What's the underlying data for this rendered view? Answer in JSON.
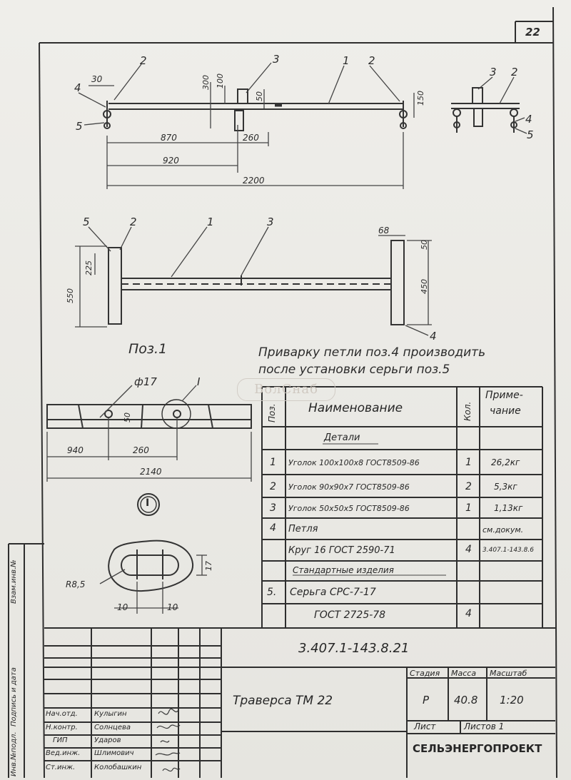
{
  "sheet_number": "22",
  "top_view": {
    "callouts": [
      "4",
      "5",
      "2",
      "3",
      "1",
      "2"
    ],
    "dims": [
      "30",
      "300",
      "100",
      "50",
      "150",
      "870",
      "260",
      "920",
      "2200"
    ]
  },
  "side_view": {
    "callouts": [
      "3",
      "2",
      "4",
      "5"
    ]
  },
  "plan_view": {
    "callouts": [
      "5",
      "2",
      "1",
      "3",
      "4"
    ],
    "dims": [
      "225",
      "550",
      "68",
      "50",
      "450"
    ]
  },
  "position_label": "Поз.1",
  "note_line1": "Приварку петли поз.4 производить",
  "note_line2": "после установки серьги поз.5",
  "detail_part": {
    "dims": [
      "ф17",
      "50",
      "I",
      "940",
      "260",
      "2140"
    ]
  },
  "detail_callout": "I",
  "loop_detail": {
    "dims": [
      "R8,5",
      "17",
      "10",
      "10"
    ]
  },
  "watermark": "ВолСнаб",
  "spec": {
    "header_pos": "Поз.",
    "header_name": "Наименование",
    "header_qty": "Кол.",
    "header_note1": "Приме-",
    "header_note2": "чание",
    "section_details": "Детали",
    "rows": [
      {
        "pos": "1",
        "name": "Уголок 100x100x8 ГОСТ8509-86",
        "qty": "1",
        "note": "26,2кг"
      },
      {
        "pos": "2",
        "name": "Уголок 90x90x7 ГОСТ8509-86",
        "qty": "2",
        "note": "5,3кг"
      },
      {
        "pos": "3",
        "name": "Уголок 50x50x5 ГОСТ8509-86",
        "qty": "1",
        "note": "1,13кг"
      },
      {
        "pos": "4",
        "name": "Петля",
        "qty": "",
        "note": "см.докум."
      },
      {
        "pos": "",
        "name": "Круг 16 ГОСТ 2590-71",
        "qty": "4",
        "note": "3.407.1-143.8.6"
      }
    ],
    "section_standard": "Стандартные изделия",
    "rows2": [
      {
        "pos": "5.",
        "name": "Серьга   СРС-7-17",
        "qty": "",
        "note": ""
      },
      {
        "pos": "",
        "name": "ГОСТ 2725-78",
        "qty": "4",
        "note": ""
      }
    ]
  },
  "title_block": {
    "doc_code": "3.407.1-143.8.21",
    "title": "Траверса   ТМ 22",
    "stage_label": "Стадия",
    "mass_label": "Масса",
    "scale_label": "Масштаб",
    "stage": "Р",
    "mass": "40.8",
    "scale": "1:20",
    "sheet_label": "Лист",
    "sheets_label": "Листов 1",
    "org": "СЕЛЬЭНЕРГОПРОЕКТ",
    "signatures": [
      {
        "role": "Нач.отд.",
        "name": "Кулыгин"
      },
      {
        "role": "Н.контр.",
        "name": "Солнцева"
      },
      {
        "role": "ГИП",
        "name": "Ударов"
      },
      {
        "role": "Вед.инж.",
        "name": "Шлимович"
      },
      {
        "role": "Ст.инж.",
        "name": "Колобашкин"
      }
    ],
    "side_labels": [
      "Инв.№подл.",
      "Подпись и дата",
      "Взам.инв.№"
    ]
  }
}
